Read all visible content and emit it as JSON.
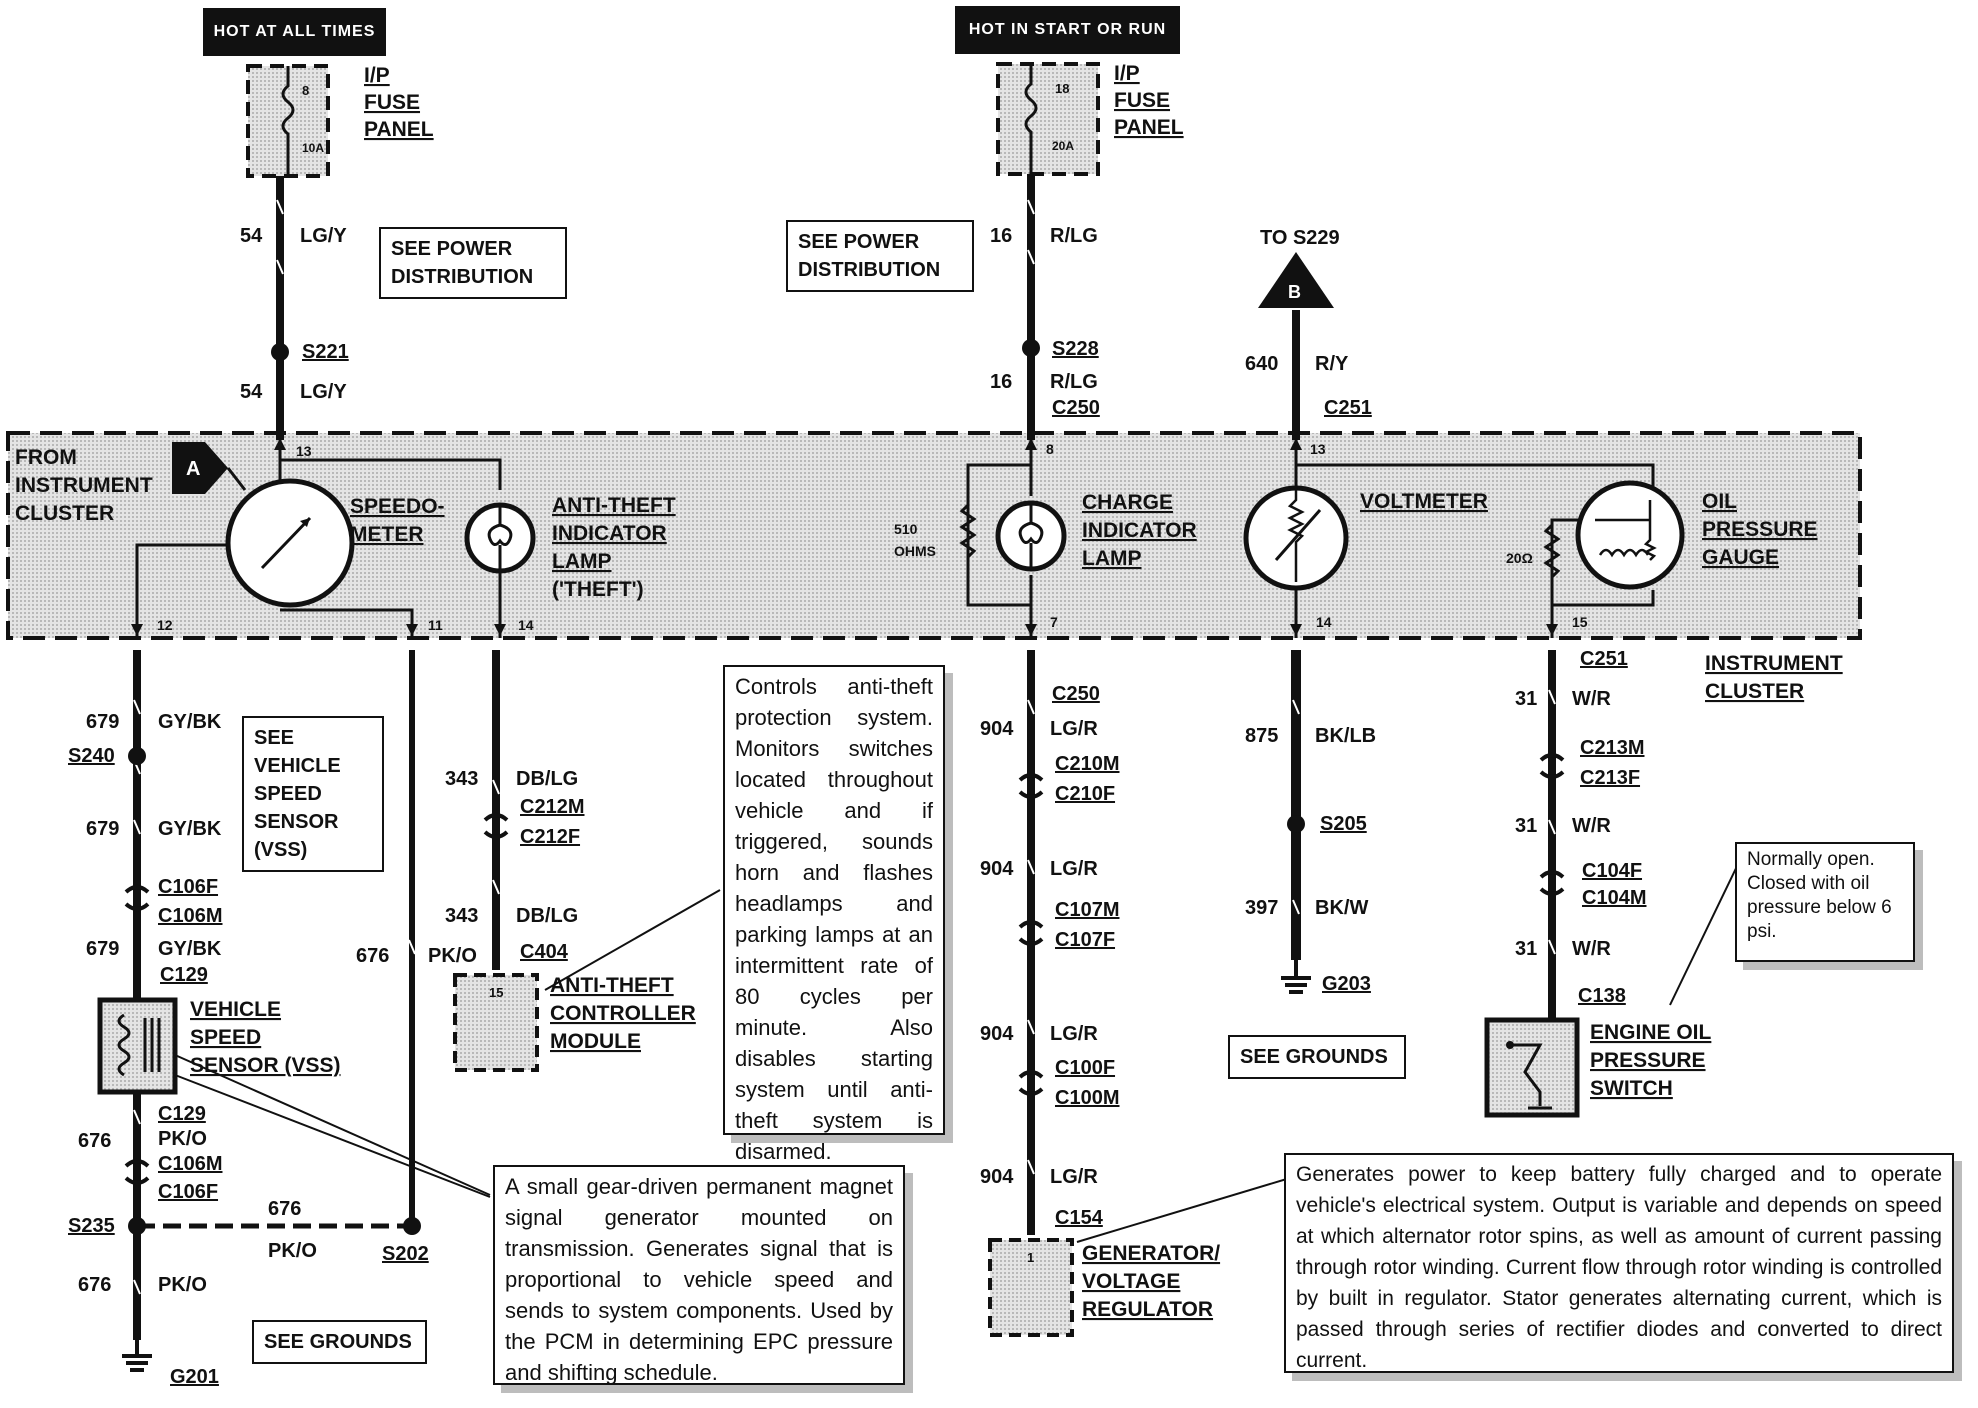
{
  "top_tags": {
    "hot_at_all_times": "HOT AT ALL TIMES",
    "hot_in_start_or_run": "HOT IN START OR RUN"
  },
  "fuses": {
    "left": {
      "number": "8",
      "rating": "10A",
      "label_1": "I/P",
      "label_2": "FUSE",
      "label_3": "PANEL"
    },
    "right": {
      "number": "18",
      "rating": "20A",
      "label_1": "I/P",
      "label_2": "FUSE",
      "label_3": "PANEL"
    }
  },
  "ref_boxes": {
    "power_dist_left": [
      "SEE POWER",
      "DISTRIBUTION"
    ],
    "power_dist_right": [
      "SEE POWER",
      "DISTRIBUTION"
    ],
    "vss": [
      "SEE",
      "VEHICLE",
      "SPEED",
      "SENSOR",
      "(VSS)"
    ],
    "grounds_left": "SEE GROUNDS",
    "grounds_right": "SEE GROUNDS"
  },
  "wires": {
    "w54a": {
      "circuit": "54",
      "color": "LG/Y"
    },
    "w54b": {
      "circuit": "54",
      "color": "LG/Y"
    },
    "w16a": {
      "circuit": "16",
      "color": "R/LG"
    },
    "w16b": {
      "circuit": "16",
      "color": "R/LG"
    },
    "w640": {
      "circuit": "640",
      "color": "R/Y"
    },
    "w679a": {
      "circuit": "679",
      "color": "GY/BK"
    },
    "w679b": {
      "circuit": "679",
      "color": "GY/BK"
    },
    "w679c": {
      "circuit": "679",
      "color": "GY/BK"
    },
    "w676a": {
      "circuit": "676",
      "color": "PK/O"
    },
    "w676b": {
      "circuit": "676",
      "color": "PK/O"
    },
    "w676c": {
      "circuit": "676",
      "color": "PK/O"
    },
    "w676d": {
      "circuit": "676",
      "color": "PK/O"
    },
    "w343a": {
      "circuit": "343",
      "color": "DB/LG"
    },
    "w343b": {
      "circuit": "343",
      "color": "DB/LG"
    },
    "w904a": {
      "circuit": "904",
      "color": "LG/R"
    },
    "w904b": {
      "circuit": "904",
      "color": "LG/R"
    },
    "w904c": {
      "circuit": "904",
      "color": "LG/R"
    },
    "w904d": {
      "circuit": "904",
      "color": "LG/R"
    },
    "w875": {
      "circuit": "875",
      "color": "BK/LB"
    },
    "w397": {
      "circuit": "397",
      "color": "BK/W"
    },
    "w31a": {
      "circuit": "31",
      "color": "W/R"
    },
    "w31b": {
      "circuit": "31",
      "color": "W/R"
    },
    "w31c": {
      "circuit": "31",
      "color": "W/R"
    }
  },
  "splices": {
    "s221": "S221",
    "s228": "S228",
    "s240": "S240",
    "s235": "S235",
    "s202": "S202",
    "s205": "S205"
  },
  "connectors": {
    "c250_top": "C250",
    "c251_top": "C251",
    "c250_bot": "C250",
    "c251_bot": "C251",
    "c210m": "C210M",
    "c210f": "C210F",
    "c107m": "C107M",
    "c107f": "C107F",
    "c100f": "C100F",
    "c100m": "C100M",
    "c154": "C154",
    "c212m": "C212M",
    "c212f": "C212F",
    "c404": "C404",
    "c106f_a": "C106F",
    "c106m_a": "C106M",
    "c129_a": "C129",
    "c129_b": "C129",
    "c106m_b": "C106M",
    "c106f_b": "C106F",
    "c213m": "C213M",
    "c213f": "C213F",
    "c104f": "C104F",
    "c104m": "C104M",
    "c138": "C138"
  },
  "grounds": {
    "g201": "G201",
    "g203": "G203"
  },
  "to_s229": "TO S229",
  "arrow_b": "B",
  "arrow_a": "A",
  "cluster": {
    "from_label": [
      "FROM",
      "INSTRUMENT",
      "CLUSTER"
    ],
    "name": [
      "INSTRUMENT",
      "CLUSTER"
    ],
    "speedometer": [
      "SPEEDO-",
      "METER"
    ],
    "anti_theft_lamp": [
      "ANTI-THEFT",
      "INDICATOR",
      "LAMP",
      "('THEFT')"
    ],
    "charge_lamp": [
      "CHARGE",
      "INDICATOR",
      "LAMP"
    ],
    "voltmeter": "VOLTMETER",
    "oil_gauge": [
      "OIL",
      "PRESSURE",
      "GAUGE"
    ],
    "resistor_510": [
      "510",
      "OHMS"
    ],
    "resistor_20": "20Ω",
    "pins": {
      "p13a": "13",
      "p8": "8",
      "p13b": "13",
      "p12": "12",
      "p11": "11",
      "p14a": "14",
      "p7": "7",
      "p14b": "14",
      "p15": "15"
    }
  },
  "components": {
    "anti_theft_module": [
      "ANTI-THEFT",
      "CONTROLLER",
      "MODULE"
    ],
    "anti_theft_pin": "15",
    "vss": [
      "VEHICLE",
      "SPEED",
      "SENSOR (VSS)"
    ],
    "generator": [
      "GENERATOR/",
      "VOLTAGE",
      "REGULATOR"
    ],
    "generator_pin": "1",
    "oil_switch": [
      "ENGINE OIL",
      "PRESSURE",
      "SWITCH"
    ]
  },
  "notes": {
    "anti_theft": "Controls anti-theft protection system. Monitors switches located throughout vehicle and if triggered, sounds horn and flashes headlamps and parking lamps at an intermittent rate of 80 cycles per minute. Also disables starting system until anti-theft system is disarmed.",
    "vss": "A small gear-driven permanent magnet signal generator mounted on transmission. Generates signal that is proportional to vehicle speed and sends to system components. Used by the PCM in determining EPC pressure and shifting schedule.",
    "generator": "Generates power to keep battery fully charged and to operate vehicle's electrical system. Output is variable and depends on speed at which alternator rotor spins, as well as amount of current passing through rotor winding. Current flow through rotor winding is controlled by built in regulator. Stator generates alternating current, which is passed through series of rectifier diodes and converted to direct current.",
    "oil_switch": "Normally open. Closed with oil pressure below 6 psi."
  }
}
